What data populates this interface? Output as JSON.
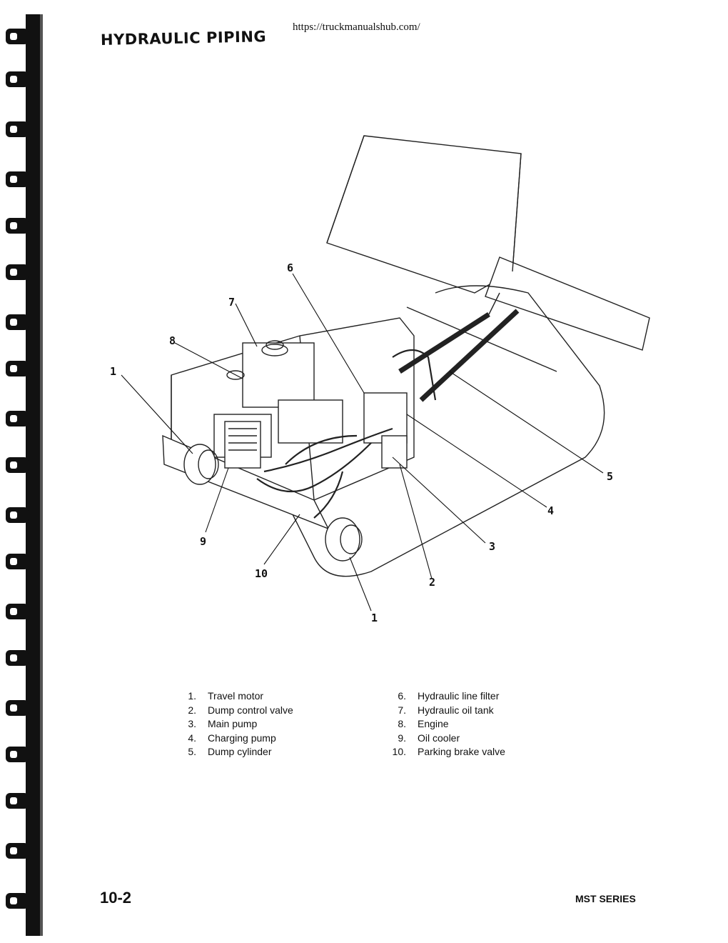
{
  "source_url": "https://truckmanualshub.com/",
  "title": "HYDRAULIC PIPING",
  "figure": {
    "callouts": [
      "1",
      "2",
      "3",
      "4",
      "5",
      "6",
      "7",
      "8",
      "9",
      "10",
      "1"
    ]
  },
  "legend": {
    "left": [
      {
        "num": "1.",
        "label": "Travel motor"
      },
      {
        "num": "2.",
        "label": "Dump control valve"
      },
      {
        "num": "3.",
        "label": "Main pump"
      },
      {
        "num": "4.",
        "label": "Charging pump"
      },
      {
        "num": "5.",
        "label": "Dump cylinder"
      }
    ],
    "right": [
      {
        "num": "6.",
        "label": "Hydraulic line filter"
      },
      {
        "num": "7.",
        "label": "Hydraulic oil tank"
      },
      {
        "num": "8.",
        "label": "Engine"
      },
      {
        "num": "9.",
        "label": "Oil cooler"
      },
      {
        "num": "10.",
        "label": "Parking brake valve"
      }
    ]
  },
  "footer": {
    "page_number": "10-2",
    "series": "MST SERIES"
  }
}
